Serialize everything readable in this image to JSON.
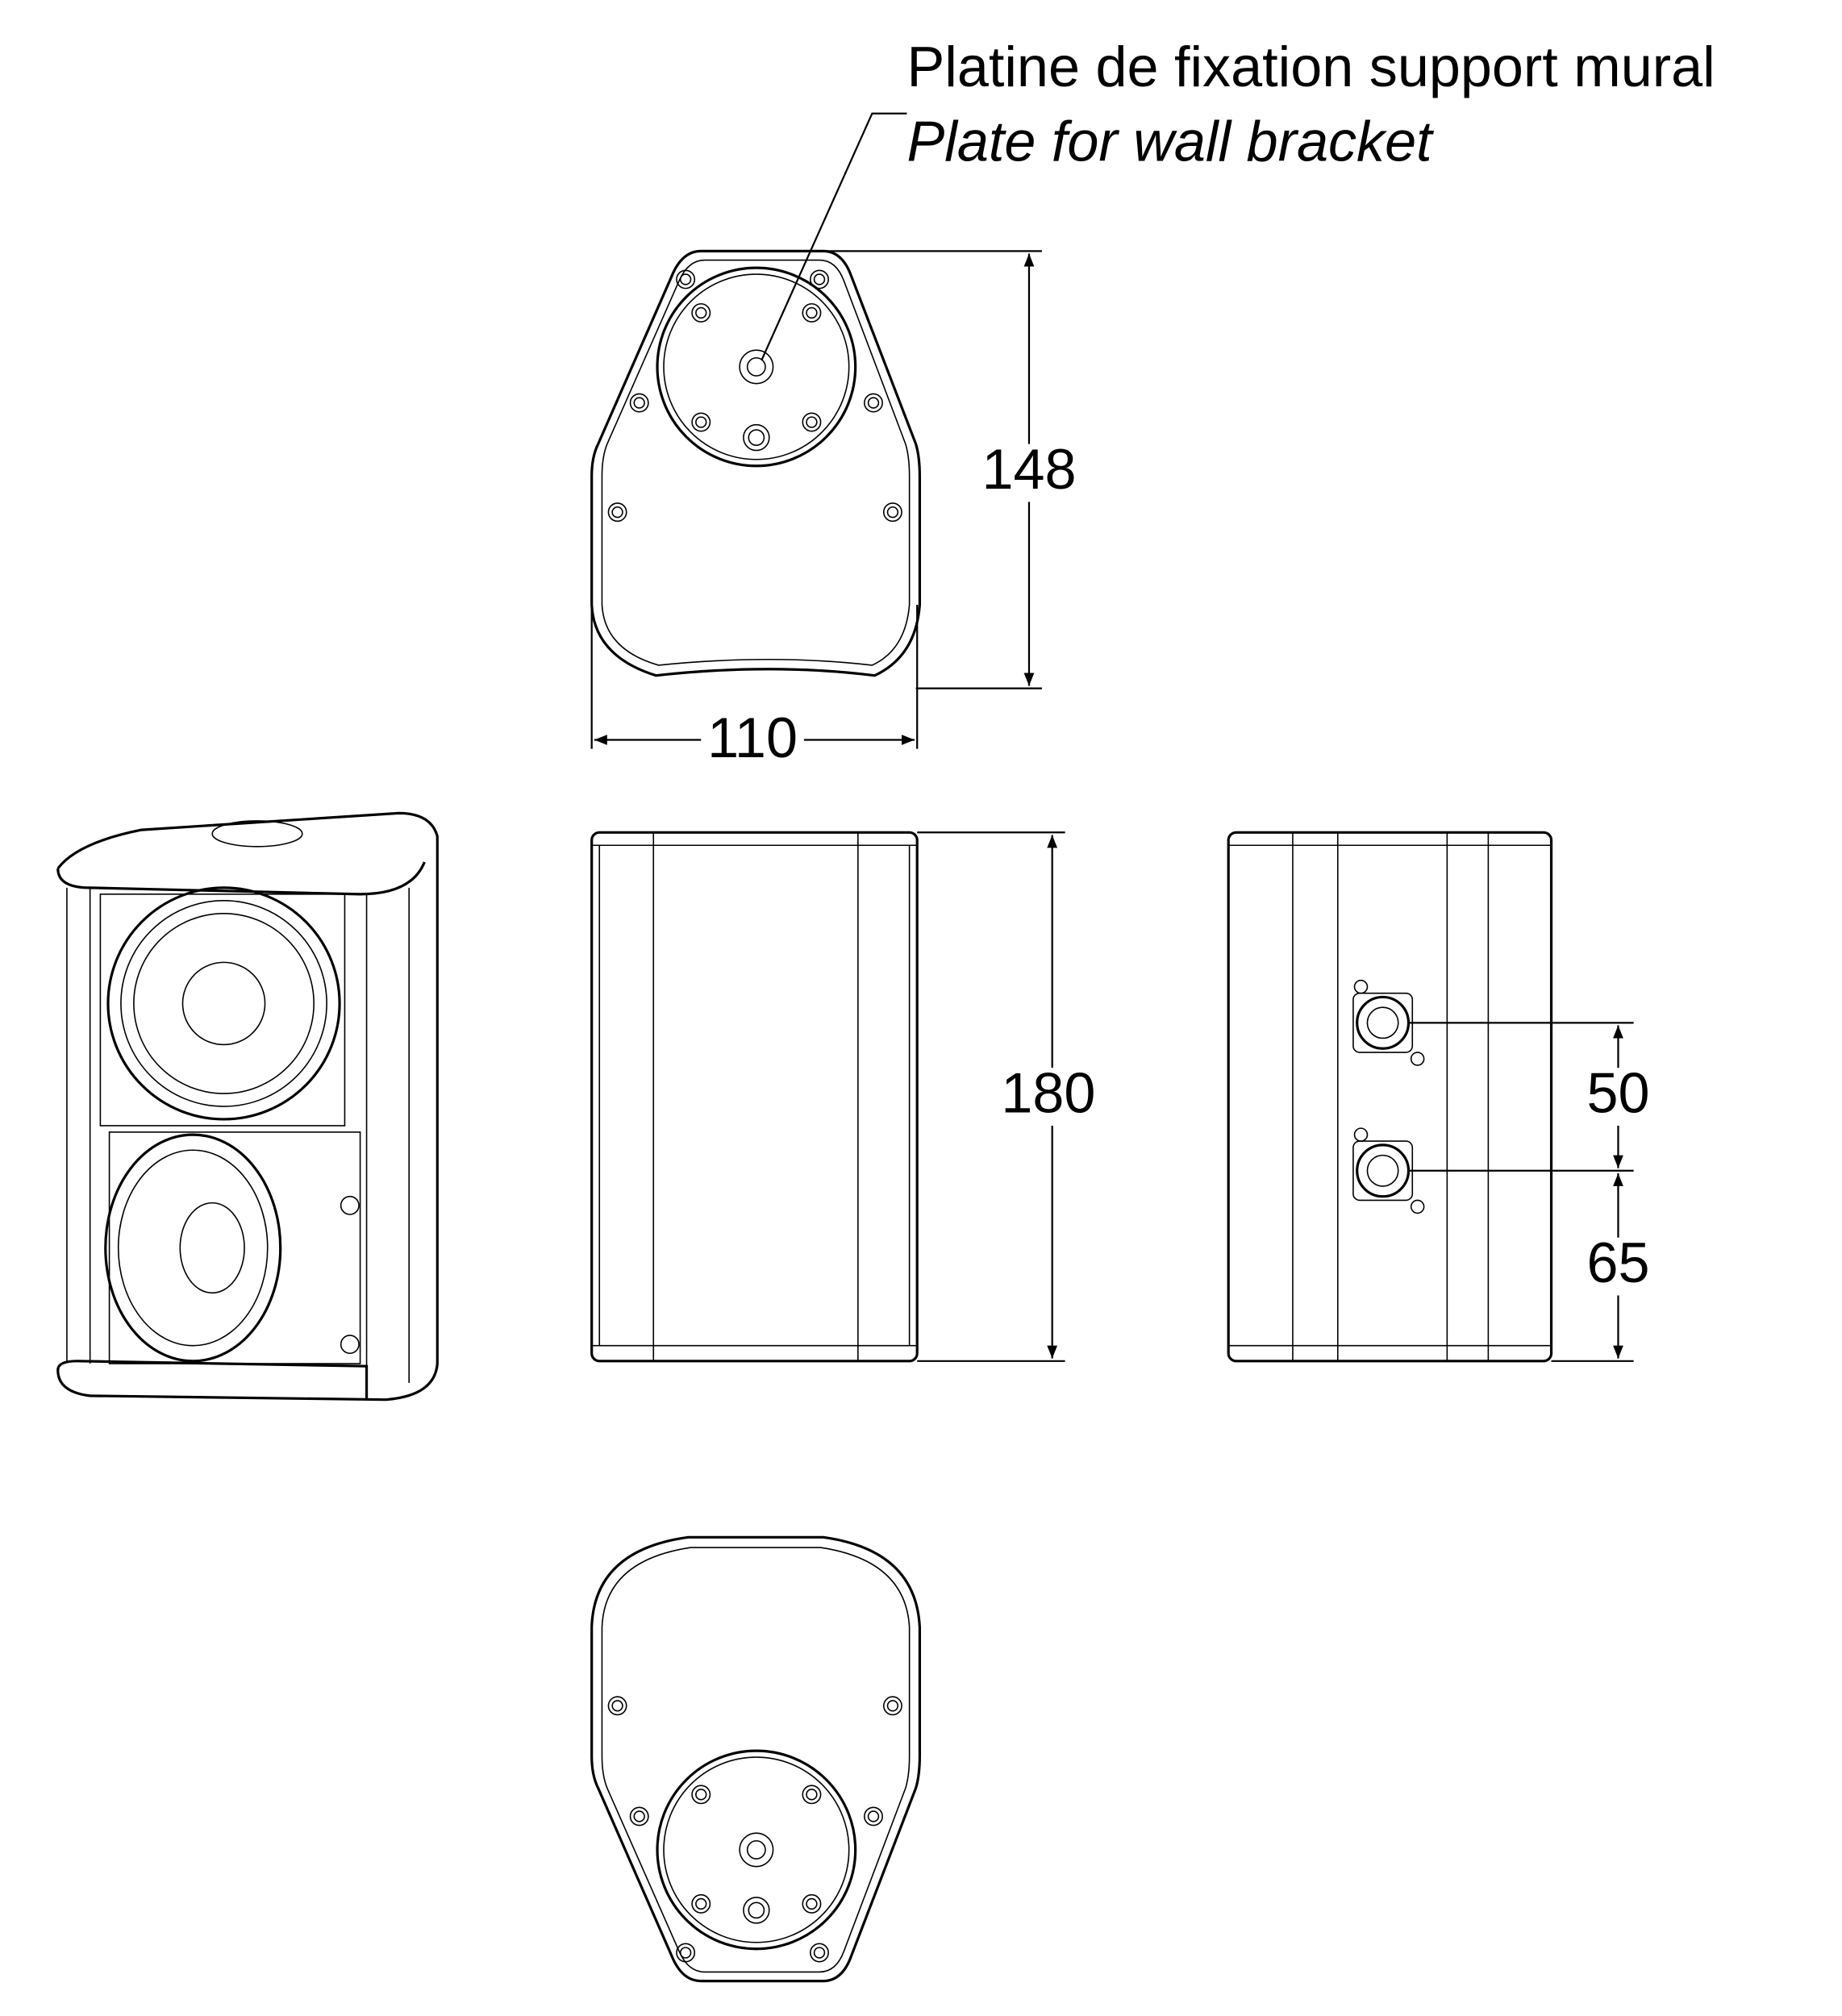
{
  "annotation": {
    "label_fr": "Platine de fixation support mural",
    "label_en": "Plate for wall bracket"
  },
  "dimensions": {
    "top_view_depth": "148",
    "top_view_width": "110",
    "front_view_height": "180",
    "connector_spacing": "50",
    "connector_bottom_offset": "65"
  },
  "colors": {
    "line": "#000000",
    "background": "#ffffff"
  }
}
